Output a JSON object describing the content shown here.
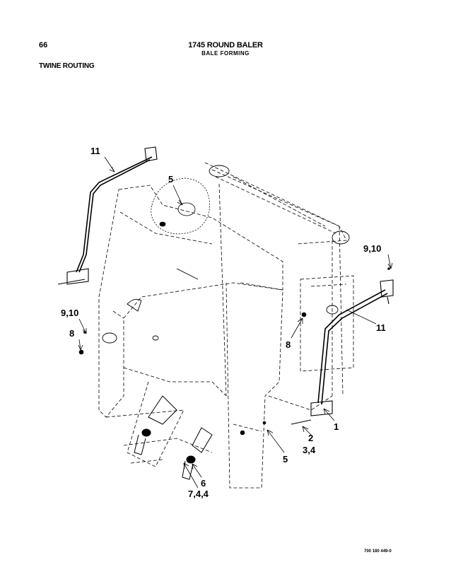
{
  "header": {
    "page_number": "66",
    "title": "1745 ROUND BALER",
    "subtitle": "BALE FORMING",
    "section_title": "TWINE ROUTING"
  },
  "callouts": {
    "c11_left": "11",
    "c5_top": "5",
    "c910_right": "9,10",
    "c910_left": "9,10",
    "c8_left": "8",
    "c8_right": "8",
    "c11_right": "11",
    "c1": "1",
    "c2": "2",
    "c34": "3,4",
    "c5_bottom": "5",
    "c6": "6",
    "c744": "7,4,4"
  },
  "footer": {
    "drawing_code": "700 180 449-0"
  },
  "colors": {
    "ink": "#000000",
    "paper": "#ffffff"
  }
}
